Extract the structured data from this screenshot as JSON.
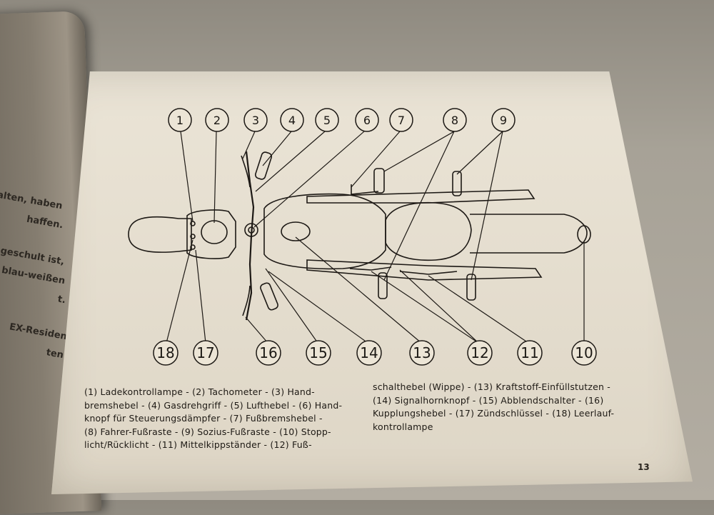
{
  "left_page_fragments": [
    "erhalten, haben",
    "haffen.",
    "geschult ist,",
    "blau-weißen",
    "t.",
    "EX-Residen",
    "ten!"
  ],
  "callout_numbers": [
    "1",
    "2",
    "3",
    "4",
    "5",
    "6",
    "7",
    "8",
    "9",
    "10",
    "11",
    "12",
    "13",
    "14",
    "15",
    "16",
    "17",
    "18"
  ],
  "caption_left": [
    "(1) Ladekontrollampe - (2) Tachometer - (3) Hand-",
    "bremshebel - (4) Gasdrehgriff - (5) Lufthebel - (6) Hand-",
    "knopf für Steuerungsdämpfer - (7) Fußbremshebel -",
    "(8) Fahrer-Fußraste - (9) Sozius-Fußraste - (10) Stopp-",
    "licht/Rücklicht - (11) Mittelkippständer - (12) Fuß-"
  ],
  "caption_right": [
    "schalthebel (Wippe) - (13) Kraftstoff-Einfüllstutzen -",
    "(14) Signalhornknopf - (15) Abblendschalter - (16)",
    "Kupplungshebel - (17) Zündschlüssel - (18) Leerlauf-",
    "kontrollampe"
  ],
  "page_number": "13"
}
